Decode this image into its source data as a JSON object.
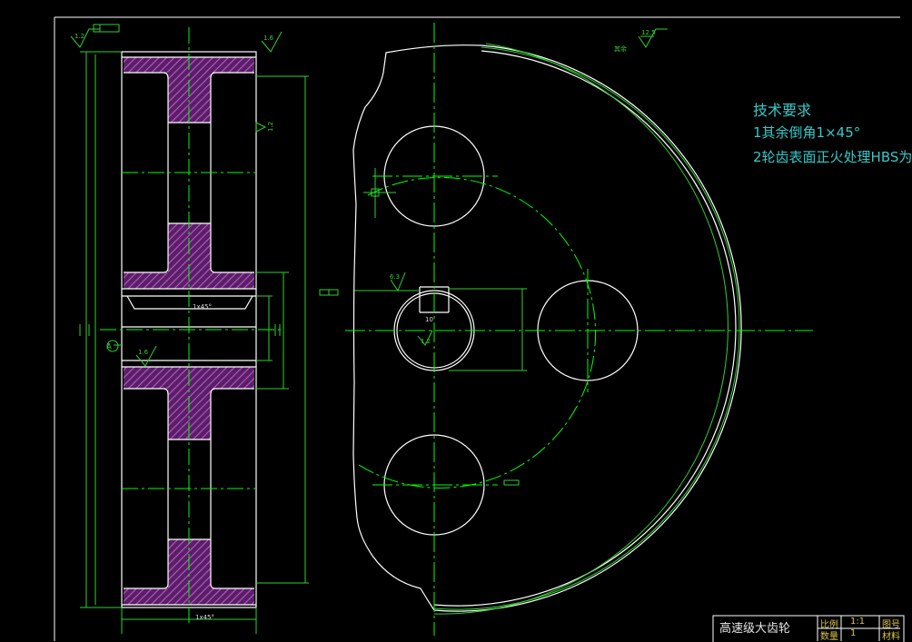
{
  "tech_requirements": {
    "heading": "技术要求",
    "item1": "1其余倒角1×45°",
    "item2": "2轮齿表面正火处理HBS为"
  },
  "roughness": {
    "top_left": "1.2",
    "top_left_right": "1.6",
    "hub_bore": "1.6",
    "side": "1.2",
    "keyway": "6.3",
    "keyway_bottom": "1.2",
    "global": "12.5",
    "global_label": "其余"
  },
  "chamfers": {
    "hub": "1x45°",
    "bottom": "1x45°"
  },
  "datum": "A",
  "keyway_dim": "10",
  "title_block": {
    "part_name": "高速级大齿轮",
    "scale_label": "比例",
    "scale_value": "1:1",
    "quantity_label": "数量",
    "quantity_value": "1",
    "drawing_no_label": "图号",
    "material_label": "材料"
  },
  "colors": {
    "background": "#000000",
    "outline": "#ffffff",
    "centerline": "#00ff00",
    "dimension": "#2fd02f",
    "hatch": "#b04fb0",
    "text": "#37c8c8"
  }
}
